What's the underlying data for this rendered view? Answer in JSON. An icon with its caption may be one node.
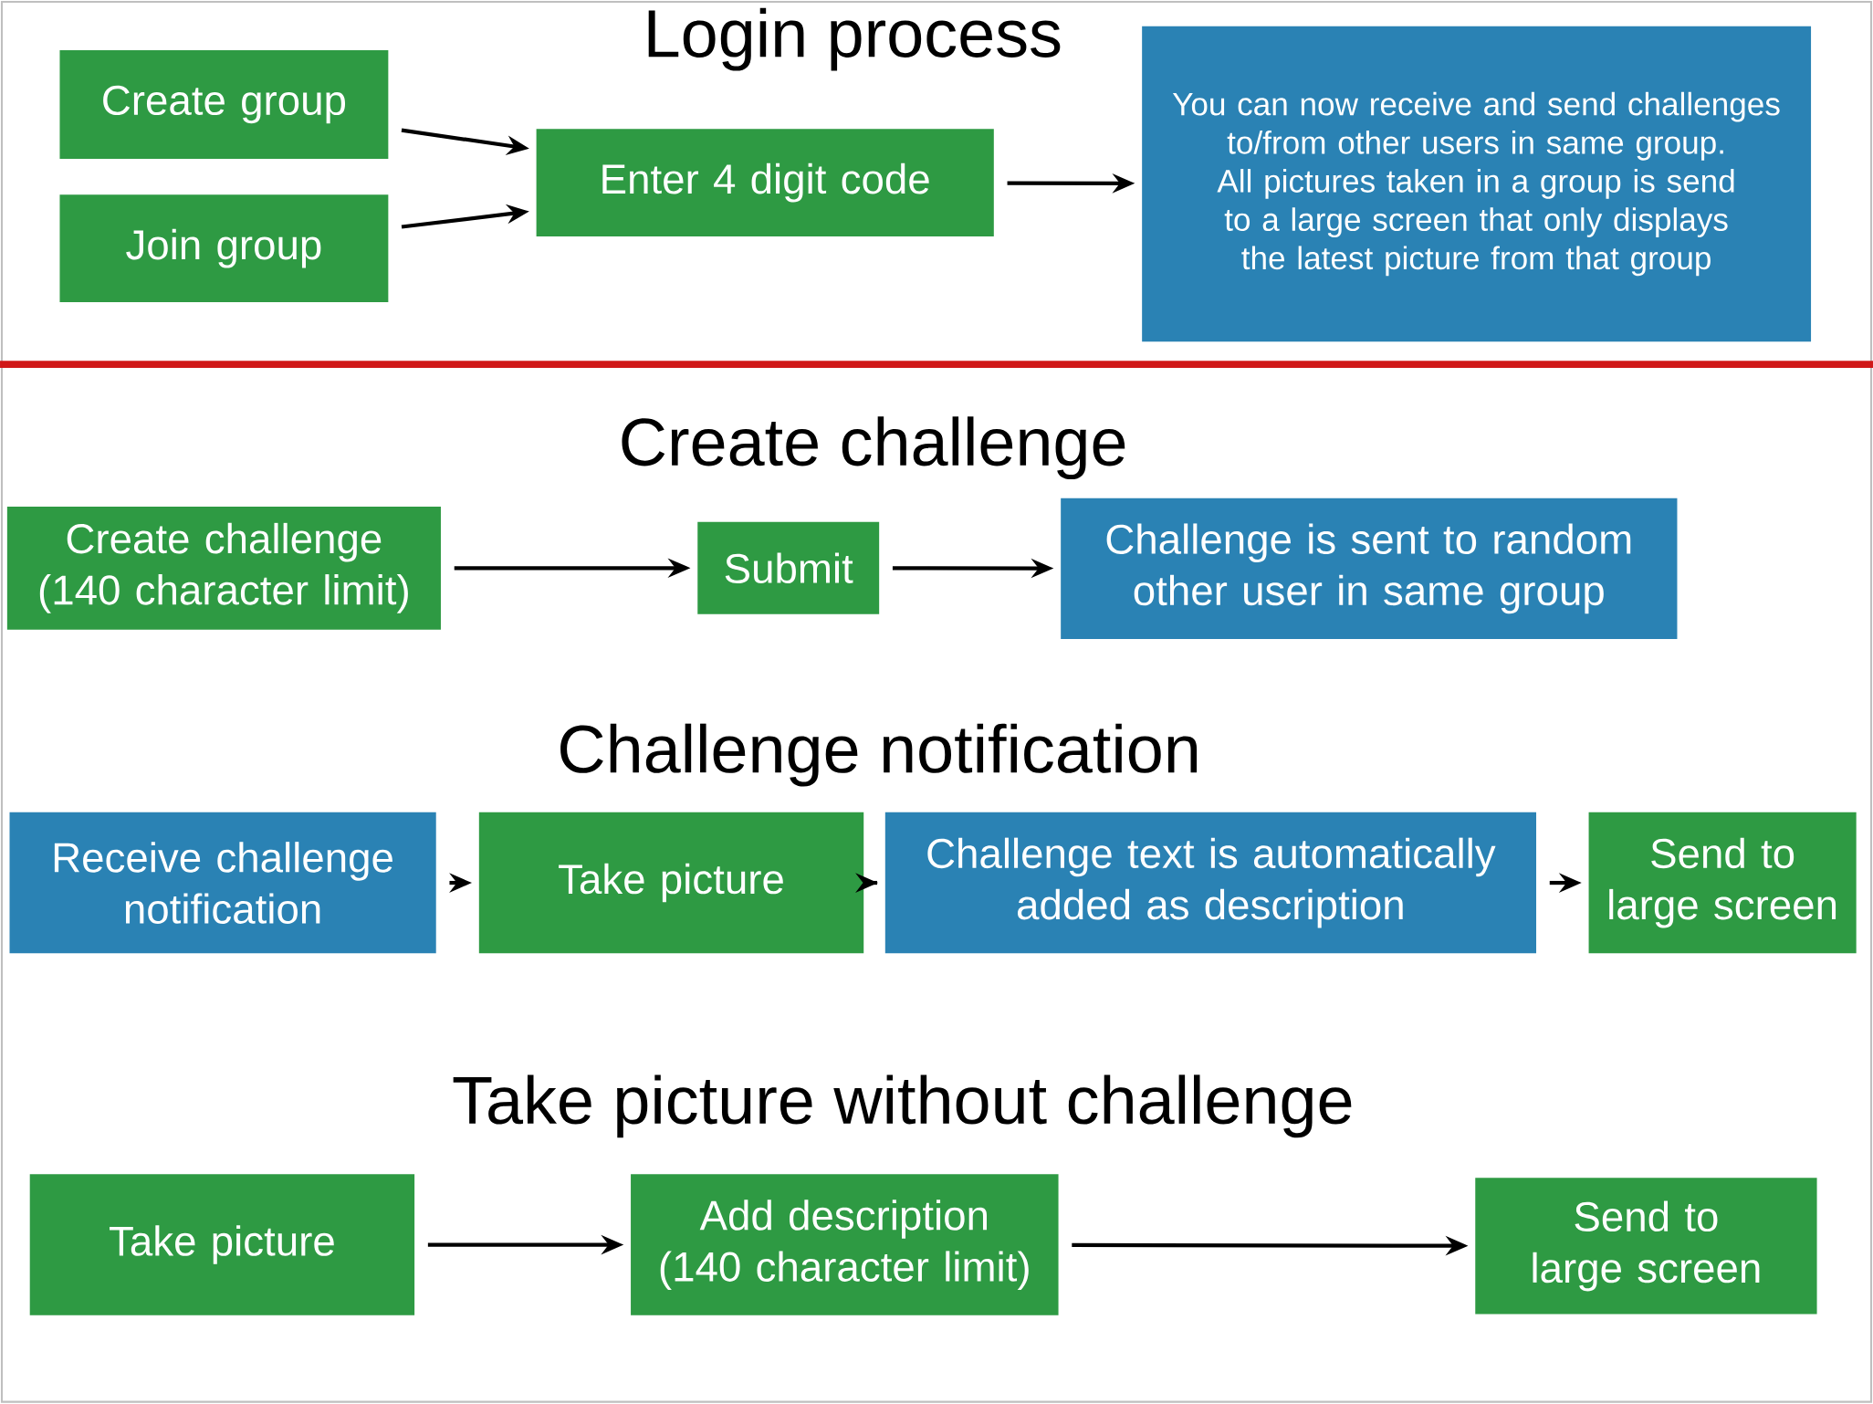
{
  "diagram": {
    "nodes": [
      {
        "text": [
          "Create group"
        ]
      },
      {
        "text": [
          "Join group"
        ]
      },
      {
        "text": [
          "Enter 4 digit code"
        ]
      },
      {
        "text": [
          "You can now receive and send challenges to/from other users in same group. All pictures taken in a group is send to a large screen that only displays the latest picture from that group"
        ]
      },
      {
        "text": [
          "Create challenge (140 character limit)"
        ]
      },
      {
        "text": [
          "Submit"
        ]
      },
      {
        "text": [
          "Challenge is sent to random other user in same group"
        ]
      },
      {
        "text": [
          "Receive challenge notification"
        ]
      },
      {
        "text": [
          "Take picture"
        ]
      },
      {
        "text": [
          "Challenge text is automatically added as description"
        ]
      },
      {
        "text": [
          "Send to large screen"
        ]
      },
      {
        "text": [
          "Take picture"
        ]
      },
      {
        "text": [
          "Add description (140 character limit)"
        ]
      },
      {
        "text": [
          "Send to large screen"
        ]
      }
    ],
    "edges": [
      {
        "from": 0,
        "to": 2,
        "arrow": "to"
      },
      {
        "from": 1,
        "to": 2,
        "arrow": "to"
      },
      {
        "from": 2,
        "to": 3,
        "arrow": "to"
      },
      {
        "from": 4,
        "to": 5,
        "arrow": "to"
      },
      {
        "from": 5,
        "to": 6,
        "arrow": "to"
      },
      {
        "from": 7,
        "to": 8,
        "arrow": "to"
      },
      {
        "from": 8,
        "to": 9,
        "arrow": "to"
      },
      {
        "from": 9,
        "to": 10,
        "arrow": "to"
      },
      {
        "from": 11,
        "to": 12,
        "arrow": "to"
      },
      {
        "from": 12,
        "to": 13,
        "arrow": "to"
      }
    ],
    "labels": [
      "Login process",
      "Create challenge",
      "Challenge notification",
      "Take picture without challenge"
    ]
  }
}
